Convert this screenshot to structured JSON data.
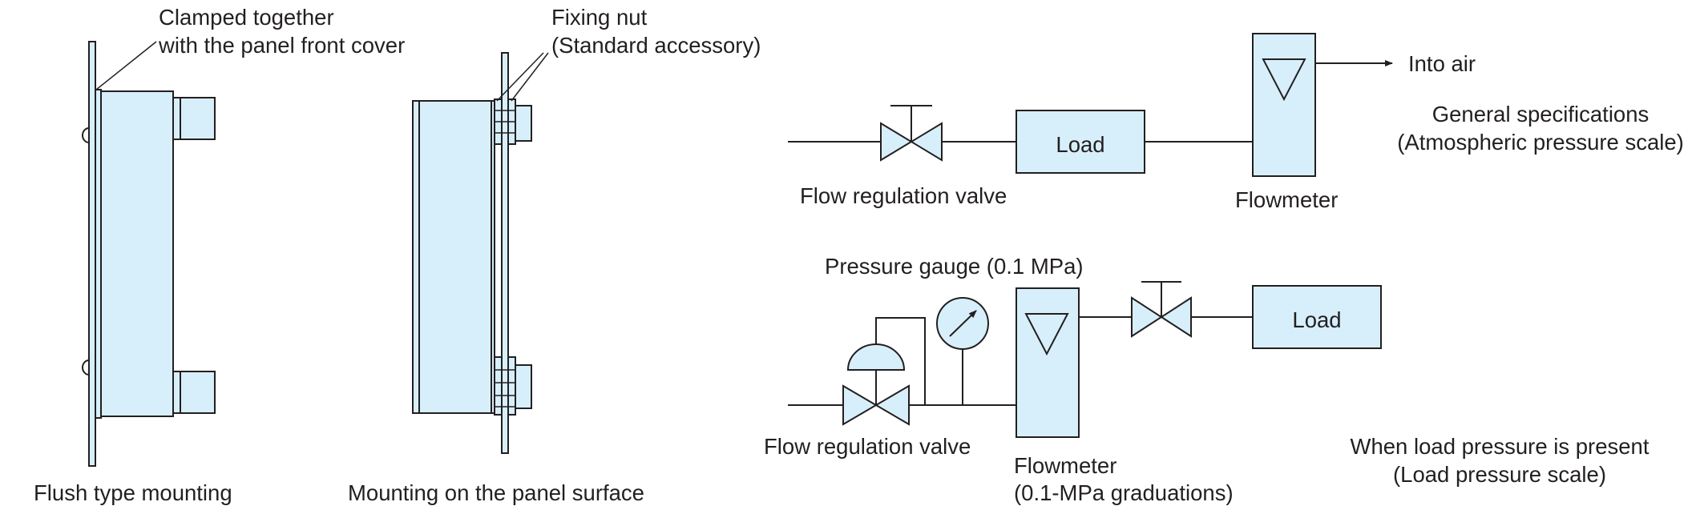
{
  "mounting": {
    "flush": {
      "caption": "Flush type mounting",
      "callout_line1": "Clamped together",
      "callout_line2": "with the panel front cover"
    },
    "surface": {
      "caption": "Mounting on the panel surface",
      "callout_line1": "Fixing nut",
      "callout_line2": "(Standard accessory)"
    }
  },
  "general_circuit": {
    "valve_label": "Flow regulation valve",
    "load_label": "Load",
    "flowmeter_label": "Flowmeter",
    "outlet_label": "Into air",
    "spec_line1": "General specifications",
    "spec_line2": "(Atmospheric pressure scale)"
  },
  "load_pressure_circuit": {
    "gauge_label": "Pressure gauge (0.1 MPa)",
    "valve_label": "Flow regulation valve",
    "flowmeter_line1": "Flowmeter",
    "flowmeter_line2": "(0.1-MPa graduations)",
    "load_label": "Load",
    "spec_line1": "When load pressure is present",
    "spec_line2": "(Load pressure scale)"
  },
  "colors": {
    "component_fill": "#d7effb",
    "line": "#231f20",
    "background": "#ffffff"
  }
}
